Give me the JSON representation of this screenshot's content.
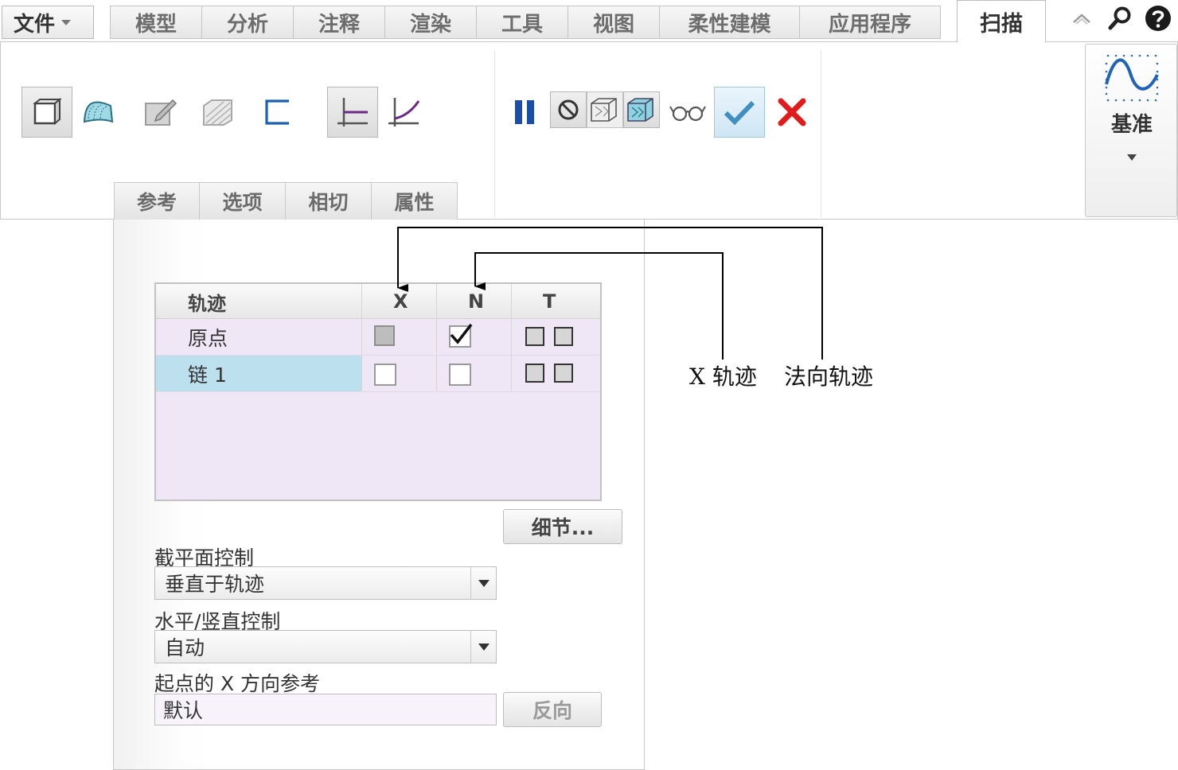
{
  "menu": {
    "file_label": "文件",
    "tabs": [
      "模型",
      "分析",
      "注释",
      "渲染",
      "工具",
      "视图",
      "柔性建模",
      "应用程序"
    ],
    "active_tab": "扫描"
  },
  "ribbon": {
    "subtabs": [
      "参考",
      "选项",
      "相切",
      "属性"
    ],
    "datum_label": "基准"
  },
  "panel": {
    "grid": {
      "headers": [
        "轨迹",
        "X",
        "N",
        "T"
      ],
      "rows": [
        {
          "name": "原点",
          "x": "disabled",
          "n": true
        },
        {
          "name": "链 1",
          "x": false,
          "n": false,
          "selected": true
        }
      ]
    },
    "details_button": "细节...",
    "section_control_label": "截平面控制",
    "section_control_value": "垂直于轨迹",
    "hv_control_label": "水平/竖直控制",
    "hv_control_value": "自动",
    "x_ref_label": "起点的 X 方向参考",
    "x_ref_value": "默认",
    "flip_button": "反向"
  },
  "annotations": {
    "x_trajectory": "X 轨迹",
    "normal_trajectory": "法向轨迹"
  },
  "colors": {
    "accent_blue": "#1b5fb4",
    "cancel_red": "#e01b1b",
    "grid_background": "#efe6f6",
    "selected_row": "#bde0ef"
  }
}
